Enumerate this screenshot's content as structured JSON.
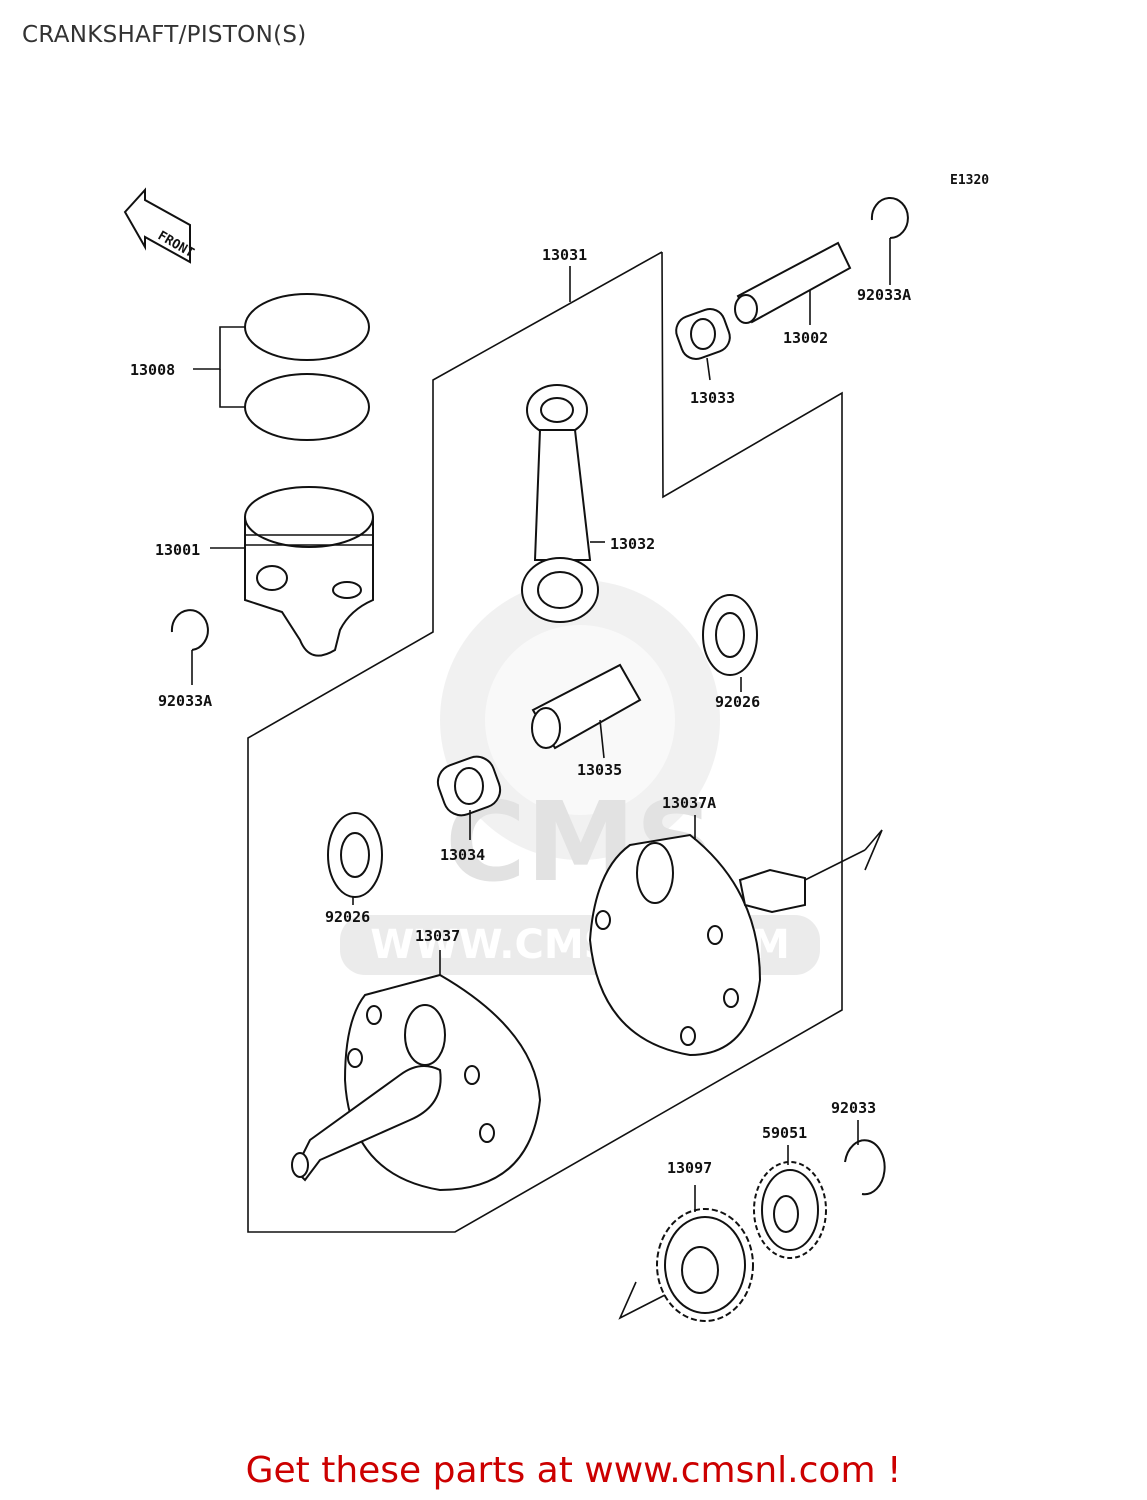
{
  "title": "CRANKSHAFT/PISTON(S)",
  "diagram_code": "E1320",
  "front_label": "FRONT",
  "watermark": {
    "logo_text": "CMS",
    "url_text": "WWW.CMSNL.COM"
  },
  "parts": {
    "p13031": "13031",
    "p13002": "13002",
    "p92033A_top": "92033A",
    "p13033": "13033",
    "p13008": "13008",
    "p13001": "13001",
    "p13032": "13032",
    "p92033A_left": "92033A",
    "p92026_right": "92026",
    "p13035": "13035",
    "p13037A": "13037A",
    "p13034": "13034",
    "p92026_left": "92026",
    "p13037": "13037",
    "p92033": "92033",
    "p59051": "59051",
    "p13097": "13097"
  },
  "footer": "Get these parts at www.cmsnl.com !"
}
